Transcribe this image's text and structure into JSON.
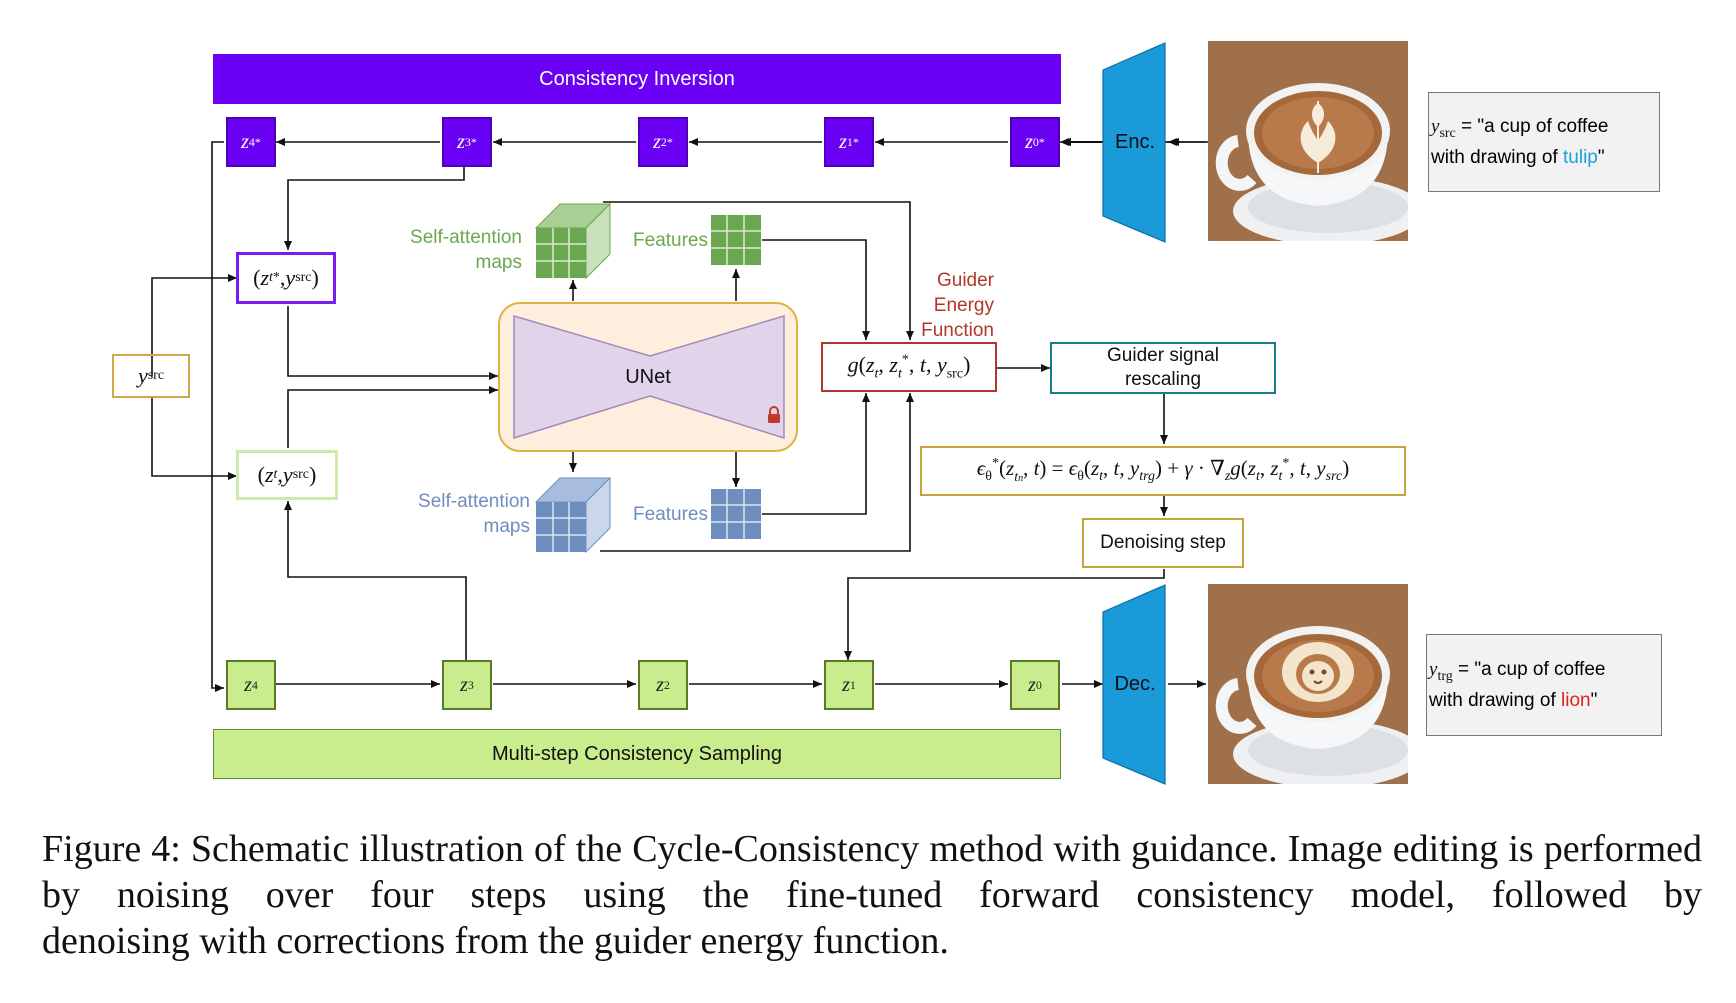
{
  "figure": {
    "banner_top": "Consistency Inversion",
    "banner_bottom": "Multi-step Consistency Sampling",
    "enc_label": "Enc.",
    "dec_label": "Dec.",
    "unet_label": "UNet",
    "sa_top_label_1": "Self-attention",
    "sa_top_label_2": "maps",
    "feat_top_label": "Features",
    "sa_bot_label_1": "Self-attention",
    "sa_bot_label_2": "maps",
    "feat_bot_label": "Features",
    "guider_1": "Guider",
    "guider_2": "Energy",
    "guider_3": "Function",
    "rescale_1": "Guider signal",
    "rescale_2": "rescaling",
    "denoise": "Denoising step",
    "src_prompt_line1": "= \"a cup of coffee",
    "src_prompt_line2_a": "with drawing of ",
    "src_prompt_word": "tulip",
    "src_prompt_line2_b": "\"",
    "trg_prompt_line1": "= \"a cup of coffee",
    "trg_prompt_line2_a": "with drawing of ",
    "trg_prompt_word": "lion",
    "trg_prompt_line2_b": "\"",
    "inversion_latents": [
      "z4*",
      "z3*",
      "z2*",
      "z1*",
      "z0*"
    ],
    "sampling_latents": [
      "z4",
      "z3",
      "z2",
      "z1",
      "z0"
    ]
  },
  "colors": {
    "inversion": "#6a00f4",
    "sampling": "#c9ec8c",
    "encoder": "#1a9ad9",
    "self_attention_top": "#6aa84f",
    "self_attention_bottom": "#6d8ebf",
    "guider": "#b3362b",
    "rescale_border": "#127f8a",
    "formula_border": "#c8a23a",
    "tulip": "#1aa3d9",
    "lion": "#e02020"
  },
  "caption": {
    "label": "Figure 4:",
    "text": "Schematic illustration of the Cycle-Consistency method with guidance. Image editing is performed by noising over four steps using the fine-tuned forward consistency model, followed by",
    "last": "denoising with corrections from the guider energy function."
  }
}
